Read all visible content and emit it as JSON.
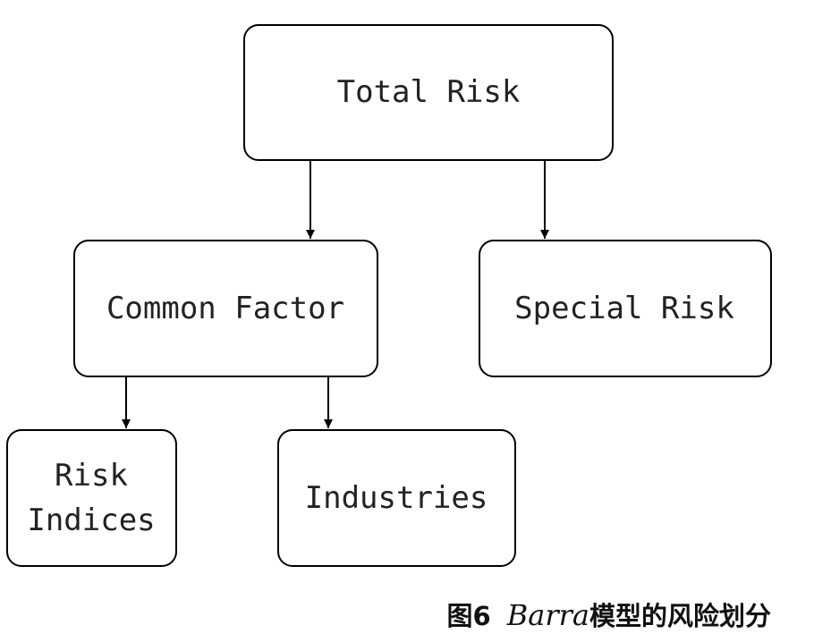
{
  "nodes": {
    "total_risk": {
      "lines": [
        "Total Risk"
      ]
    },
    "common_factor": {
      "lines": [
        "Common Factor"
      ]
    },
    "special_risk": {
      "lines": [
        "Special Risk"
      ]
    },
    "risk_indices": {
      "lines": [
        "Risk",
        "Indices"
      ]
    },
    "industries": {
      "lines": [
        "Industries"
      ]
    }
  },
  "edges": [
    {
      "from": "total_risk",
      "to": "common_factor"
    },
    {
      "from": "total_risk",
      "to": "special_risk"
    },
    {
      "from": "common_factor",
      "to": "risk_indices"
    },
    {
      "from": "common_factor",
      "to": "industries"
    }
  ],
  "caption": {
    "figure_number": "图6",
    "model_name": "Barra",
    "text": "模型的风险划分"
  }
}
